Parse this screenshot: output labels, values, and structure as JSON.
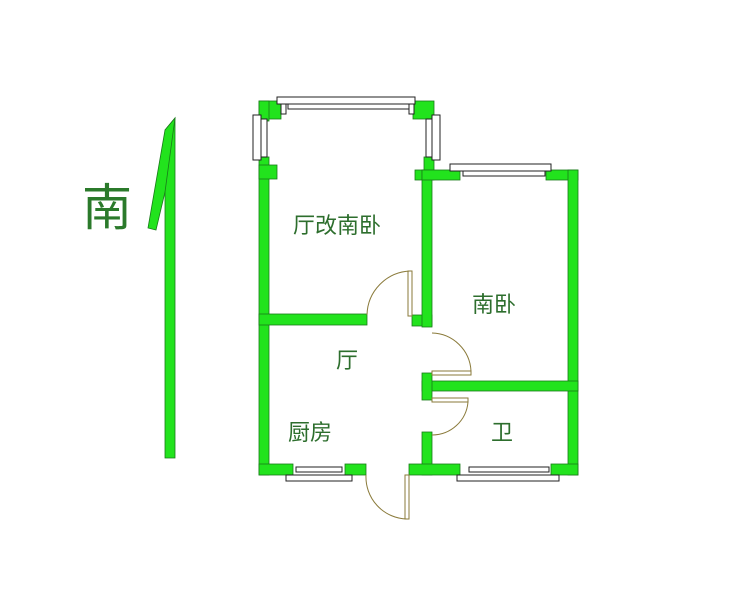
{
  "compass": {
    "label": "南",
    "arrow_color": "#22e31d"
  },
  "rooms": [
    {
      "id": "living-converted",
      "label": "厅改南卧"
    },
    {
      "id": "south-bedroom",
      "label": "南卧"
    },
    {
      "id": "hall",
      "label": "厅"
    },
    {
      "id": "kitchen",
      "label": "厨房"
    },
    {
      "id": "bathroom",
      "label": "卫"
    }
  ],
  "colors": {
    "wall": "#22e31d",
    "text": "#2d6e2d",
    "door": "#8a7a3a"
  }
}
